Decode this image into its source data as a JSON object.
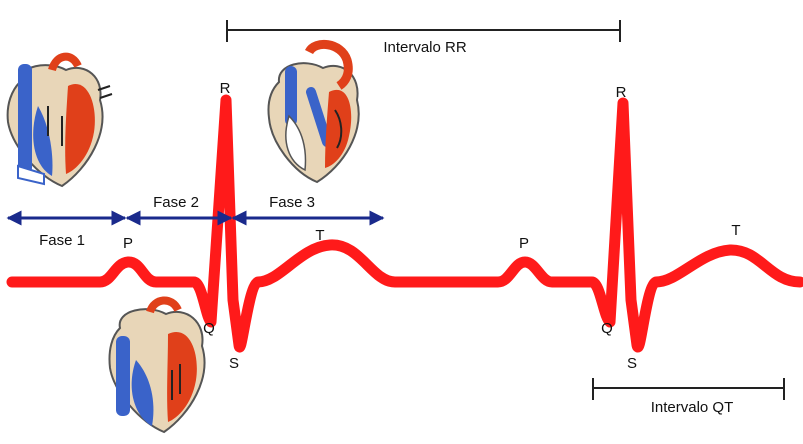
{
  "labels": {
    "wave_p1": "P",
    "wave_q1": "Q",
    "wave_r1": "R",
    "wave_s1": "S",
    "wave_t1": "T",
    "wave_p2": "P",
    "wave_q2": "Q",
    "wave_r2": "R",
    "wave_s2": "S",
    "wave_t2": "T",
    "phase1": "Fase 1",
    "phase2": "Fase 2",
    "phase3": "Fase 3",
    "rr_interval": "Intervalo RR",
    "qt_interval": "Intervalo QT"
  },
  "colors": {
    "trace": "#ff1a1a",
    "arrow": "#1a2a8c",
    "bracket": "#222222",
    "heart_red": "#e0401a",
    "heart_blue": "#3a63c9",
    "heart_tissue": "#e8d6b8",
    "heart_outline": "#555555"
  },
  "icons": [
    "heart-phase1-icon",
    "heart-phase2-icon",
    "heart-phase3-icon"
  ]
}
